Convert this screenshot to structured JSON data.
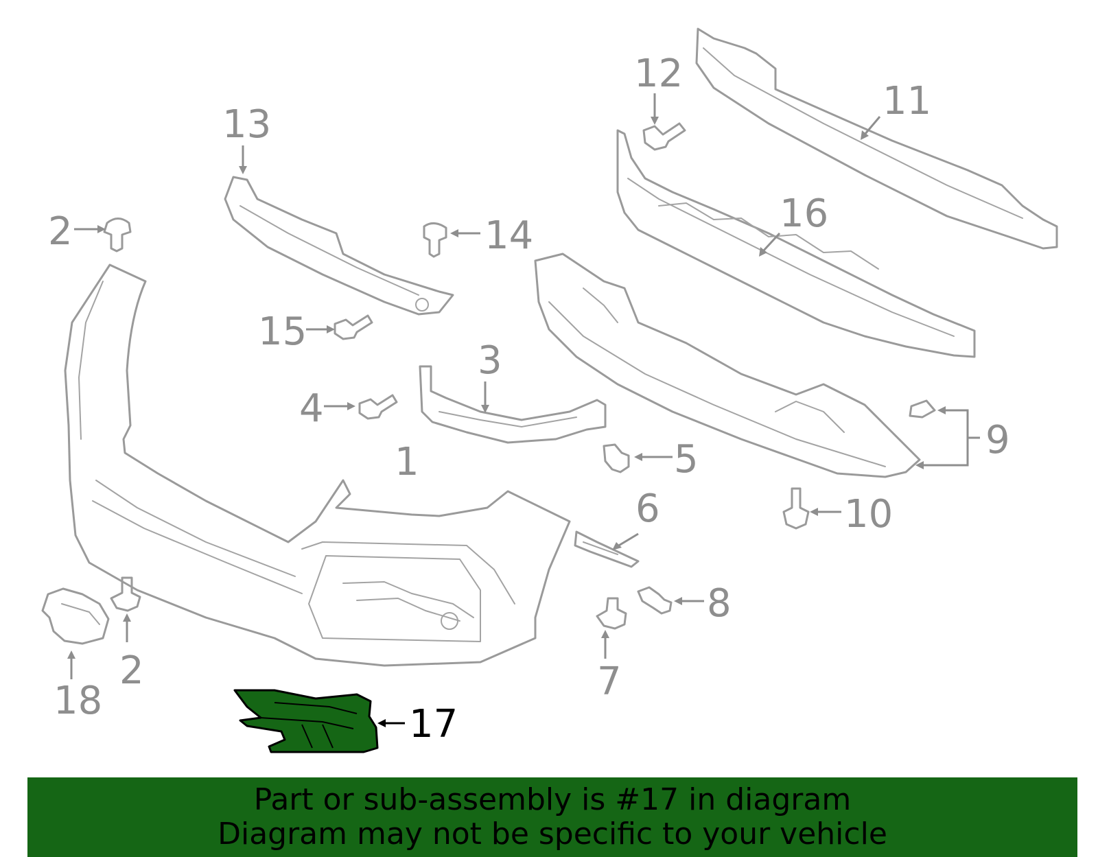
{
  "callouts": {
    "c1": "1",
    "c2a": "2",
    "c2b": "2",
    "c3": "3",
    "c4": "4",
    "c5": "5",
    "c6": "6",
    "c7": "7",
    "c8": "8",
    "c9": "9",
    "c10": "10",
    "c11": "11",
    "c12": "12",
    "c13": "13",
    "c14": "14",
    "c15": "15",
    "c16": "16",
    "c17": "17",
    "c18": "18"
  },
  "highlight": {
    "part_number": "17",
    "fill_color": "#156615"
  },
  "banner": {
    "line1": "Part or sub-assembly is #17 in diagram",
    "line2": "Diagram may not be specific to your vehicle",
    "background": "#156615"
  }
}
